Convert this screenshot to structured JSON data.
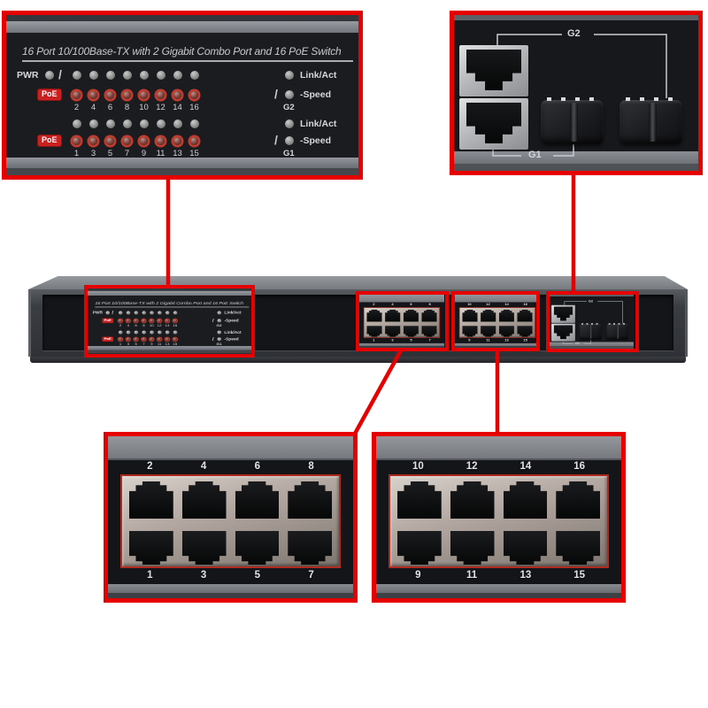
{
  "callouts": {
    "front_panel": {
      "title": "16 Port 10/100Base-TX with 2 Gigabit Combo Port and 16 PoE Switch",
      "pwr_label": "PWR",
      "slash": "/",
      "poe_label": "PoE",
      "even_port_numbers": [
        "2",
        "4",
        "6",
        "8",
        "10",
        "12",
        "14",
        "16"
      ],
      "odd_port_numbers": [
        "1",
        "3",
        "5",
        "7",
        "9",
        "11",
        "13",
        "15"
      ],
      "g2_link_act": "Link/Act",
      "g2_speed": "-Speed",
      "g2_label": "G2",
      "g1_link_act": "Link/Act",
      "g1_speed": "-Speed",
      "g1_label": "G1"
    },
    "combo_ports": {
      "g2_label": "G2",
      "g1_label": "G1"
    },
    "ports_1_8": {
      "top_numbers": [
        "2",
        "4",
        "6",
        "8"
      ],
      "bottom_numbers": [
        "1",
        "3",
        "5",
        "7"
      ]
    },
    "ports_9_16": {
      "top_numbers": [
        "10",
        "12",
        "14",
        "16"
      ],
      "bottom_numbers": [
        "9",
        "11",
        "13",
        "15"
      ]
    }
  },
  "colors": {
    "callout_red": "#e60000",
    "poe_badge_red": "#cb2020",
    "led_ring_red": "#c23b2e",
    "panel_black": "#17181b",
    "chassis_gray": "#8a8e93",
    "plate_trim_red": "#b02a1d"
  }
}
